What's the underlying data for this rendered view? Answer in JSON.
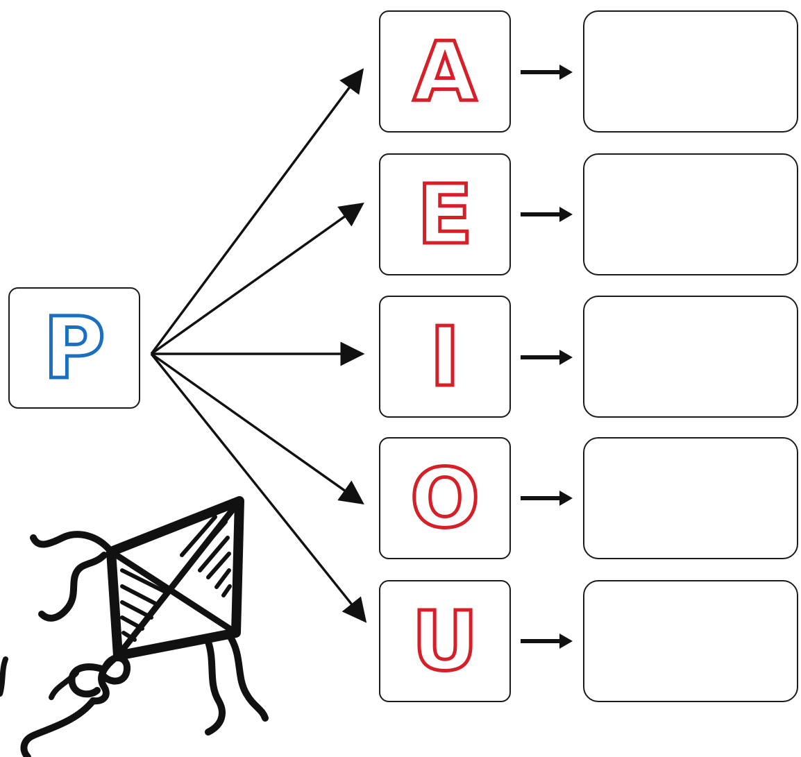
{
  "source_letter": {
    "text": "P",
    "color": "#1a6fc0"
  },
  "vowels": [
    {
      "text": "A",
      "color": "#d61f26"
    },
    {
      "text": "E",
      "color": "#d61f26"
    },
    {
      "text": "I",
      "color": "#d61f26"
    },
    {
      "text": "O",
      "color": "#d61f26"
    },
    {
      "text": "U",
      "color": "#d61f26"
    }
  ],
  "answer_boxes": [
    "",
    "",
    "",
    "",
    ""
  ],
  "illustration": {
    "icon": "kite-icon"
  }
}
